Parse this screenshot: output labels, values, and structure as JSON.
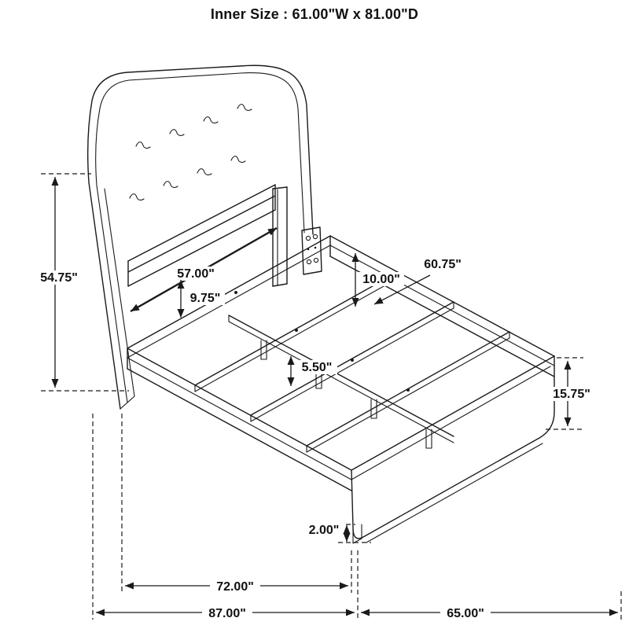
{
  "title": "Inner Size : 61.00\"W x 81.00\"D",
  "colors": {
    "line": "#1a1a1a",
    "background": "#ffffff"
  },
  "dimensions": {
    "headboard_height": "54.75\"",
    "headboard_rail_width": "57.00\"",
    "rail_to_frame_gap": "9.75\"",
    "side_rail_height": "10.00\"",
    "center_rail_length": "60.75\"",
    "center_leg_height": "5.50\"",
    "footboard_height": "15.75\"",
    "ground_clearance": "2.00\"",
    "slat_platform_length": "72.00\"",
    "overall_depth": "87.00\"",
    "overall_width": "65.00\""
  }
}
